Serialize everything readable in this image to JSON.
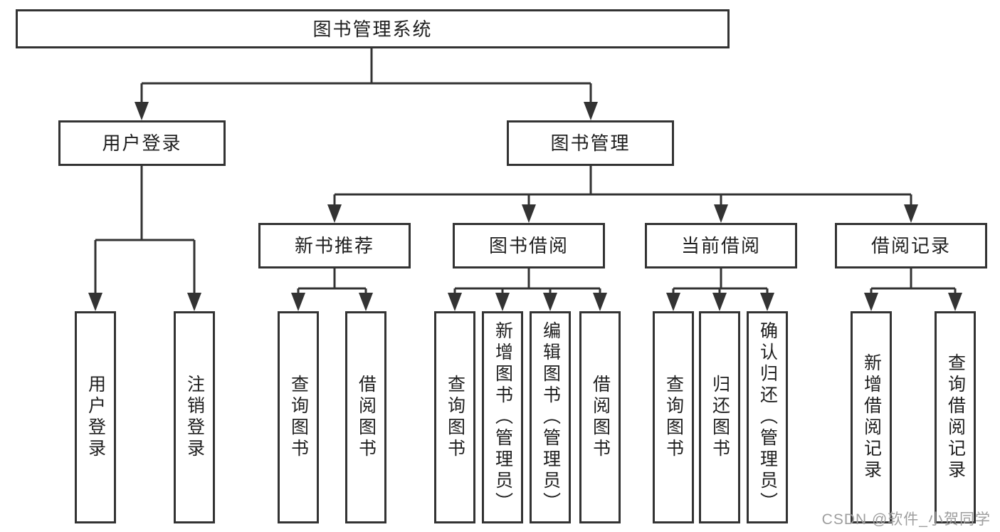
{
  "diagram": {
    "root": {
      "label": "图书管理系统"
    },
    "branches": [
      {
        "label": "用户登录",
        "children": [
          "用户登录",
          "注销登录"
        ]
      },
      {
        "label": "图书管理",
        "modules": [
          {
            "label": "新书推荐",
            "children": [
              "查询图书",
              "借阅图书"
            ]
          },
          {
            "label": "图书借阅",
            "children": [
              "查询图书",
              "新增图书（管理员）",
              "编辑图书（管理员）",
              "借阅图书"
            ]
          },
          {
            "label": "当前借阅",
            "children": [
              "查询图书",
              "归还图书",
              "确认归还（管理员）"
            ]
          },
          {
            "label": "借阅记录",
            "children": [
              "新增借阅记录",
              "查询借阅记录"
            ]
          }
        ]
      }
    ],
    "watermark": "CSDN @软件_小贺同学",
    "colors": {
      "line": "#333333",
      "text": "#1f1f1f",
      "watermark": "#9e9e9e",
      "background": "#ffffff"
    }
  }
}
